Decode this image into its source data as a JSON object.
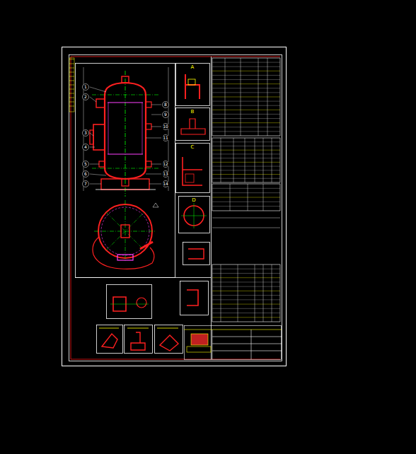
{
  "diagram": {
    "labels": [
      "1",
      "2",
      "3",
      "4",
      "5",
      "6",
      "7",
      "8",
      "9",
      "10",
      "11",
      "12",
      "13",
      "14",
      "A",
      "B",
      "C",
      "D"
    ]
  }
}
